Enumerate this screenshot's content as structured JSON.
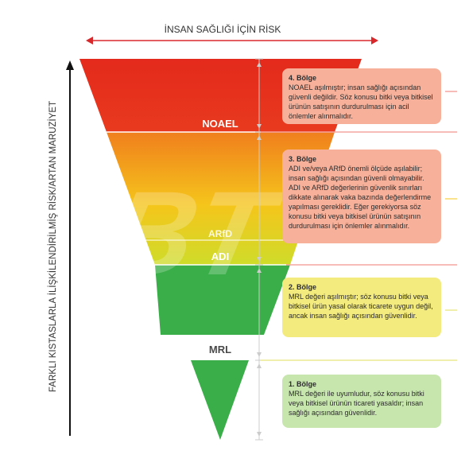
{
  "header": {
    "top_label": "İNSAN SAĞLIĞI İÇİN RİSK",
    "side_label": "FARKLI KISTASLARLA İLİŞKİLENDİRİLMİŞ RİSK/ARTAN MARUZİYET"
  },
  "thresholds": {
    "noael": "NOAEL",
    "arfd": "ARfD",
    "adi": "ADI",
    "mrl": "MRL"
  },
  "watermark": {
    "text": "BT"
  },
  "zones": [
    {
      "title": "4. Bölge",
      "text": "NOAEL aşılmıştır; insan sağlığı açısından güvenli değildir. Söz konusu bitki veya bitkisel ürünün satışının durdurulması için acil önlemler alınmalıdır."
    },
    {
      "title": "3. Bölge",
      "text": "ADI ve/veya ARfD önemli ölçüde aşılabilir; insan sağlığı açısından güvenli olmayabilir. ADI ve ARfD değerlerinin güvenlik sınırları dikkate alınarak vaka bazında değerlendirme yapılması gereklidir. Eğer gerekiyorsa söz konusu bitki veya bitkisel ürünün satışının durdurulması için önlemler alınmalıdır."
    },
    {
      "title": "2. Bölge",
      "text": "MRL değeri aşılmıştır; söz konusu bitki veya bitkisel ürün yasal olarak ticarete uygun değil, ancak insan sağlığı açısından güvenlidir."
    },
    {
      "title": "1. Bölge",
      "text": "MRL değeri ile uyumludur, söz konusu bitki veya bitkisel ürünün ticareti yasaldır; insan sağlığı açısından güvenlidir."
    }
  ],
  "colors": {
    "red": "#e3261c",
    "orange": "#f28c1e",
    "yellow": "#f4d01c",
    "green": "#3aae48",
    "box_red": "#f7b19b",
    "box_yellow": "#f3eb7d",
    "box_green": "#c7e6ad"
  }
}
